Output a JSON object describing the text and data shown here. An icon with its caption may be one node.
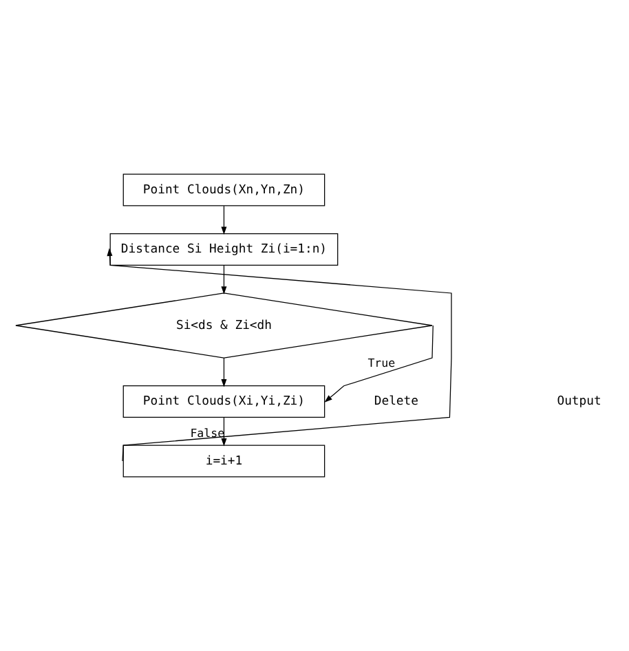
{
  "diagram": {
    "nodes": [
      {
        "text": [
          "Point Clouds(Xn,Yn,Zn)"
        ]
      },
      {
        "text": [
          "Distance Si Height Zi(i=1:n)"
        ]
      },
      {
        "text": [
          "Si<ds & Zi<dh"
        ]
      },
      {
        "text": [
          "Point Clouds(Xi,Yi,Zi)"
        ]
      },
      {
        "text": [
          "i=i+1"
        ]
      }
    ],
    "edges": [
      {
        "from": 0,
        "to": 1,
        "arrow": "to"
      },
      {
        "from": 1,
        "to": 2,
        "arrow": "to"
      },
      {
        "from": 2,
        "to": 3,
        "arrow": "to"
      },
      {
        "from": 2,
        "to": 3,
        "arrow": "to",
        "label": "True"
      },
      {
        "from": 3,
        "to": 4,
        "arrow": "to",
        "label": "False"
      },
      {
        "from": 4,
        "to": 1,
        "arrow": "to"
      }
    ],
    "labels": [
      "Delete",
      "Output"
    ]
  }
}
